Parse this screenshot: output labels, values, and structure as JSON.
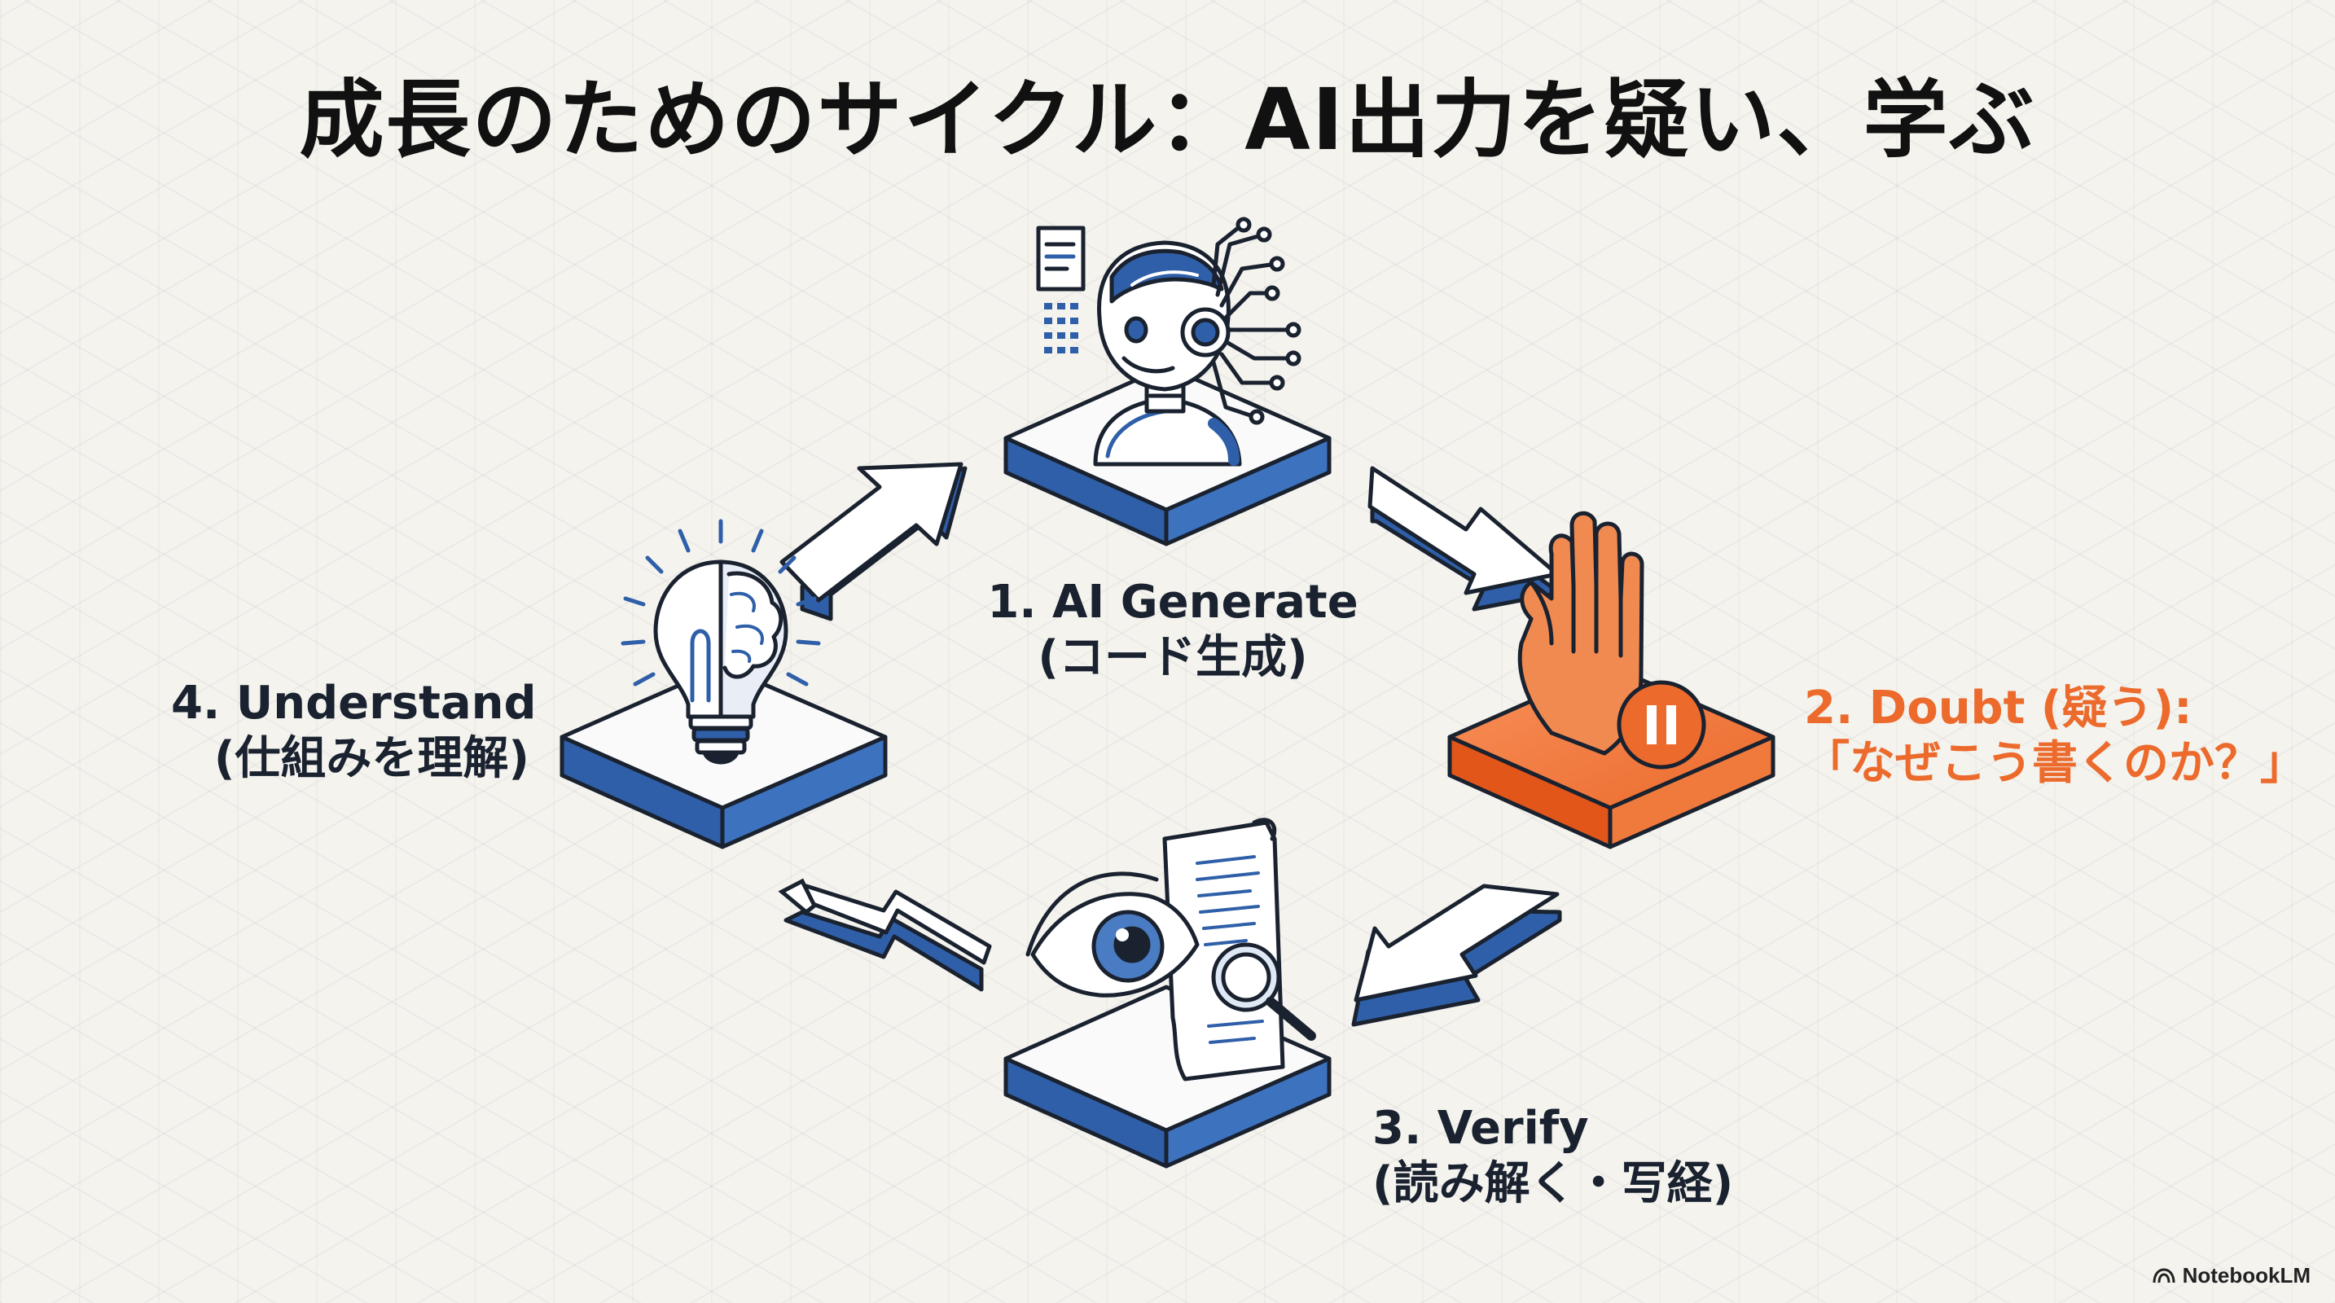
{
  "title": "成長のためのサイクル：AI出力を疑い、学ぶ",
  "steps": [
    {
      "label": "1. AI Generate",
      "sub": "(コード生成)",
      "icon": "robot-icon"
    },
    {
      "label": "2. Doubt (疑う):",
      "sub": "「なぜこう書くのか？」",
      "icon": "stop-hand-icon"
    },
    {
      "label": "3. Verify",
      "sub": "(読み解く・写経)",
      "icon": "eye-document-icon"
    },
    {
      "label": "4. Understand",
      "sub": "(仕組みを理解)",
      "icon": "lightbulb-brain-icon"
    }
  ],
  "colors": {
    "blue": "#2f5fa8",
    "orange": "#ef6a2a",
    "ink": "#1a2230"
  },
  "brand": "NotebookLM"
}
